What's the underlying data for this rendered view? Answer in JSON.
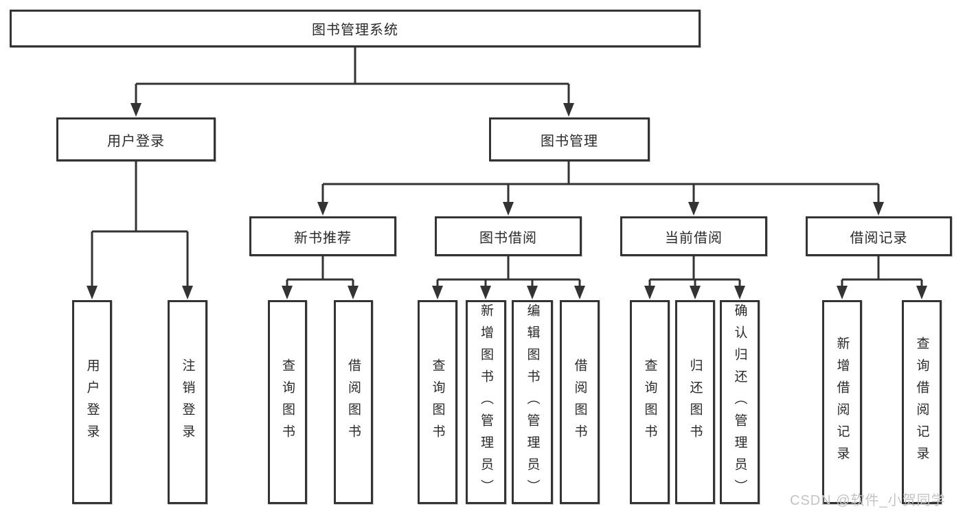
{
  "page": {
    "background_color": "#ffffff",
    "line_color": "#333333",
    "node_border_color": "#333333",
    "text_color": "#2a2a2a"
  },
  "tree": {
    "root": {
      "label": "图书管理系统"
    },
    "level2": [
      {
        "label": "用户登录",
        "children": [
          {
            "label": "用户登录"
          },
          {
            "label": "注销登录"
          }
        ]
      },
      {
        "label": "图书管理",
        "children": [
          {
            "label": "新书推荐",
            "children": [
              {
                "label": "查询图书"
              },
              {
                "label": "借阅图书"
              }
            ]
          },
          {
            "label": "图书借阅",
            "children": [
              {
                "label": "查询图书"
              },
              {
                "label": "新增图书（管理员）"
              },
              {
                "label": "编辑图书（管理员）"
              },
              {
                "label": "借阅图书"
              }
            ]
          },
          {
            "label": "当前借阅",
            "children": [
              {
                "label": "查询图书"
              },
              {
                "label": "归还图书"
              },
              {
                "label": "确认归还（管理员）"
              }
            ]
          },
          {
            "label": "借阅记录",
            "children": [
              {
                "label": "新增借阅记录"
              },
              {
                "label": "查询借阅记录"
              }
            ]
          }
        ]
      }
    ]
  },
  "watermark": {
    "text": "CSDN @软件_小贺同学",
    "color": "#c3c3c3"
  }
}
